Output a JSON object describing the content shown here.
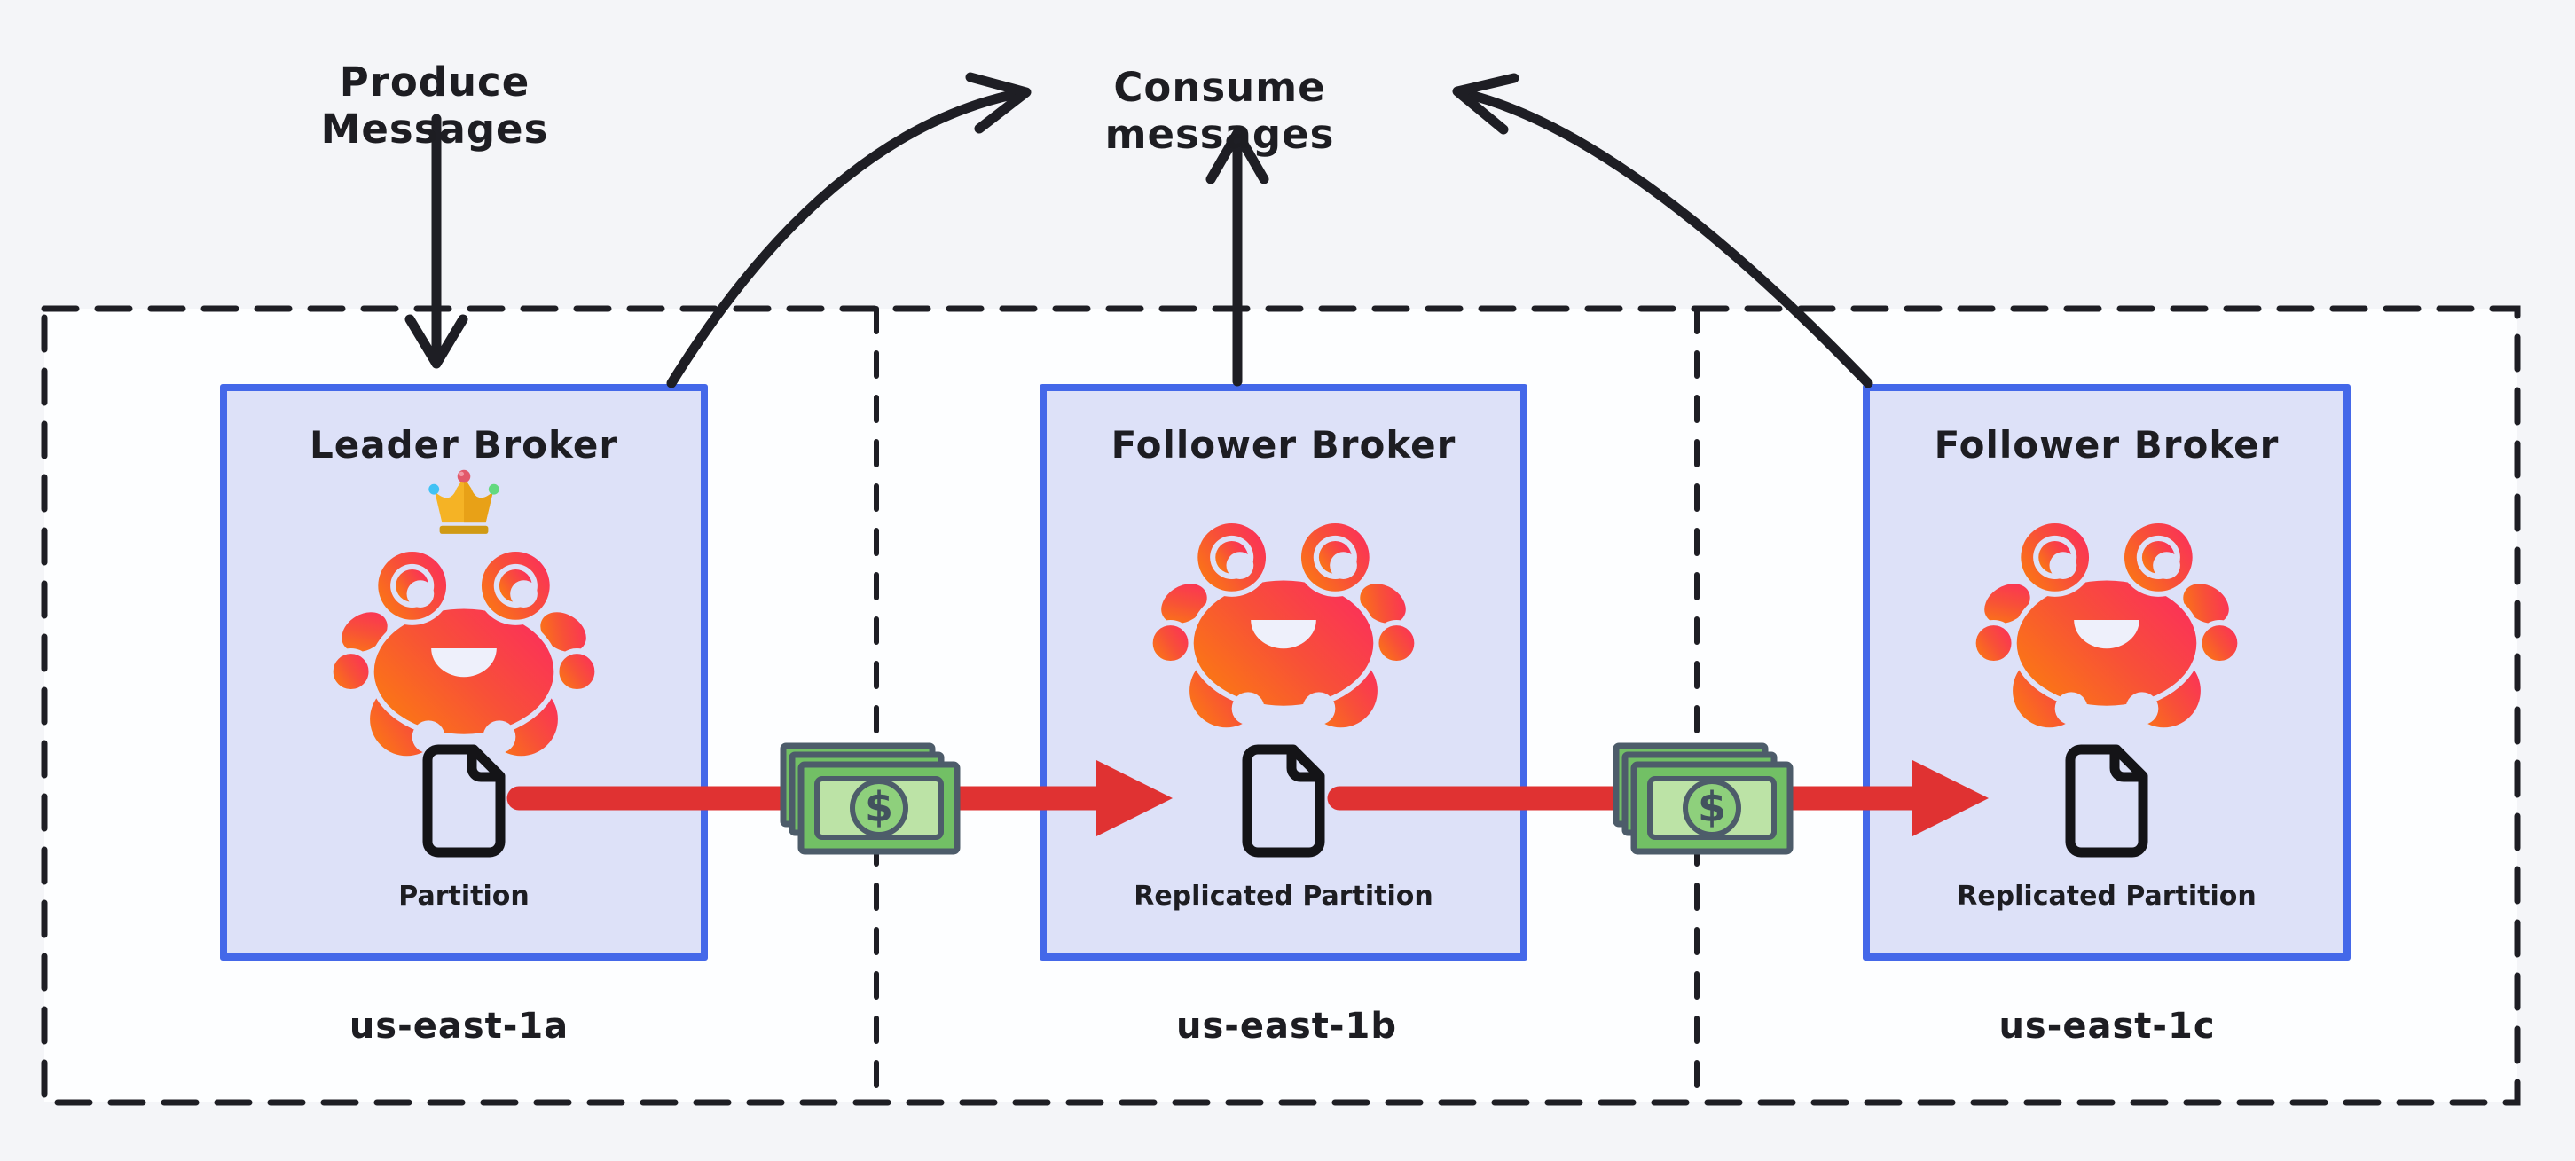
{
  "diagram": {
    "produce_label": "Produce Messages",
    "consume_label": "Consume messages",
    "money_symbol": "$",
    "zones": [
      {
        "name": "us-east-1a",
        "broker_title": "Leader Broker",
        "partition_label": "Partition",
        "role": "leader"
      },
      {
        "name": "us-east-1b",
        "broker_title": "Follower Broker",
        "partition_label": "Replicated Partition",
        "role": "follower"
      },
      {
        "name": "us-east-1c",
        "broker_title": "Follower Broker",
        "partition_label": "Replicated Partition",
        "role": "follower"
      }
    ],
    "icons": {
      "leader_badge": "crown-icon",
      "broker_mascot": "crab-icon",
      "partition": "file-icon",
      "transfer_cost": "money-bills-icon"
    },
    "colors": {
      "page_bg": "#f4f5f8",
      "region_bg": "#fdfeff",
      "dash_ink": "#1e1e24",
      "box_fill": "#dde1f8",
      "box_border": "#4468e9",
      "arrow_red": "#e03232",
      "text_ink": "#1d1d22",
      "money_green": "#72c065",
      "money_green_light": "#bce3a6",
      "money_outline": "#4d5c6a",
      "crab_orange": "#fb7d0f",
      "crab_pink": "#fb2d5d",
      "crown_gold": "#f5b325"
    }
  }
}
